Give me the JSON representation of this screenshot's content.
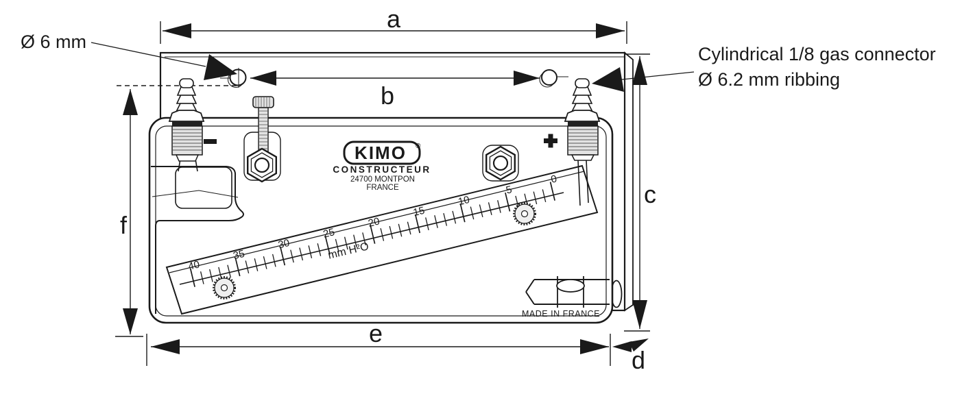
{
  "annotations": {
    "hole_note": "Ø 6 mm",
    "connector_note_line1": "Cylindrical 1/8 gas connector",
    "connector_note_line2": "Ø 6.2 mm ribbing"
  },
  "dimensions": {
    "a": "a",
    "b": "b",
    "c": "c",
    "d": "d",
    "e": "e",
    "f": "f"
  },
  "logo": {
    "brand": "KIMO",
    "registered": "®",
    "line1": "CONSTRUCTEUR",
    "line2": "24700 MONTPON",
    "line3": "FRANCE"
  },
  "ports": {
    "minus": "-",
    "plus": "+"
  },
  "scale": {
    "unit": "mm H²O",
    "min": 0,
    "max": 40,
    "minor_step": 1,
    "label_step": 5,
    "labels": [
      40,
      35,
      30,
      25,
      20,
      15,
      10,
      5,
      0
    ]
  },
  "footer": {
    "made_in": "MADE IN FRANCE"
  },
  "colors": {
    "ink": "#1a1a1a",
    "paper": "#ffffff",
    "metal": "#e3e3e3",
    "dark_band": "#222222"
  }
}
